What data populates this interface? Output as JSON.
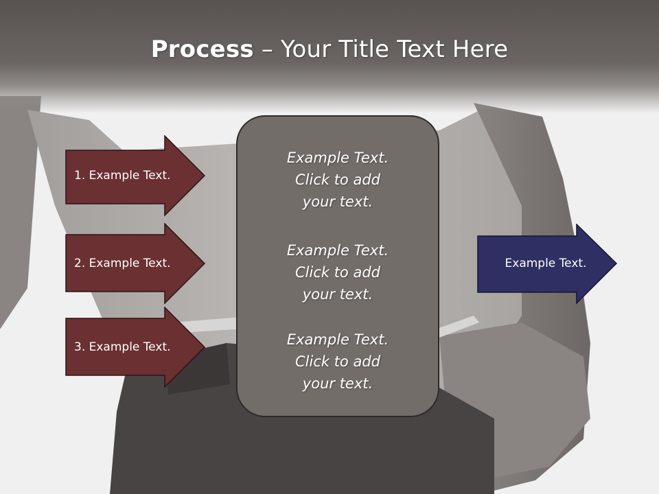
{
  "title": {
    "bold": "Process",
    "rest": " – Your Title Text Here"
  },
  "steps": [
    {
      "label": "1. Example Text."
    },
    {
      "label": "2. Example Text."
    },
    {
      "label": "3. Example Text."
    }
  ],
  "center": [
    {
      "line1": "Example Text.",
      "line2": "Click  to add",
      "line3": "your text."
    },
    {
      "line1": "Example Text.",
      "line2": "Click  to add",
      "line3": "your text."
    },
    {
      "line1": "Example Text.",
      "line2": "Click  to add",
      "line3": "your text."
    }
  ],
  "result": {
    "label": "Example Text."
  },
  "colors": {
    "title_band": "#5f5a57",
    "step_arrow": "#6b3032",
    "center_box": "#736d69",
    "result_arrow": "#2f2f63"
  }
}
